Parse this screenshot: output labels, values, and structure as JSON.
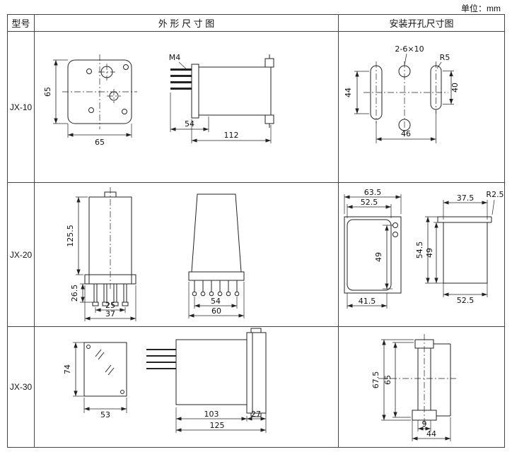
{
  "unit_label": "单位：mm",
  "header": {
    "model": "型号",
    "outline": "外 形 尺 寸 图",
    "mounting": "安装开孔尺寸图"
  },
  "colors": {
    "ink": "#222222",
    "border": "#444444"
  },
  "rows": [
    {
      "model": "JX-10",
      "dims": {
        "front_h": "65",
        "front_w": "65",
        "thread": "M4",
        "side_front_len": "54",
        "side_total_len": "112",
        "holes": "2-6×10",
        "slot_r": "R5",
        "mount_h_left": "44",
        "mount_h_right": "40",
        "mount_w": "46"
      }
    },
    {
      "model": "JX-20",
      "dims": {
        "body_h": "125.5",
        "pin_h": "26.5",
        "pin_span": "25",
        "flange_w": "37",
        "side_pin_span": "54",
        "side_w": "60",
        "cut1_outer_w": "63.5",
        "cut1_inner_w": "52.5",
        "cut1_h": "49",
        "cut1_bottom_w": "41.5",
        "cut2_top_w": "37.5",
        "cut2_r": "R2.5",
        "cut2_total_h": "54.5",
        "cut2_inner_h": "49",
        "cut2_bottom_w": "52.5"
      }
    },
    {
      "model": "JX-30",
      "dims": {
        "front_h": "74",
        "front_w": "53",
        "body_len": "103",
        "flange_len": "27",
        "total_len": "125",
        "mount_total_h": "67.5",
        "mount_inner_h": "65",
        "slot_w": "9",
        "mount_w": "44"
      }
    }
  ]
}
